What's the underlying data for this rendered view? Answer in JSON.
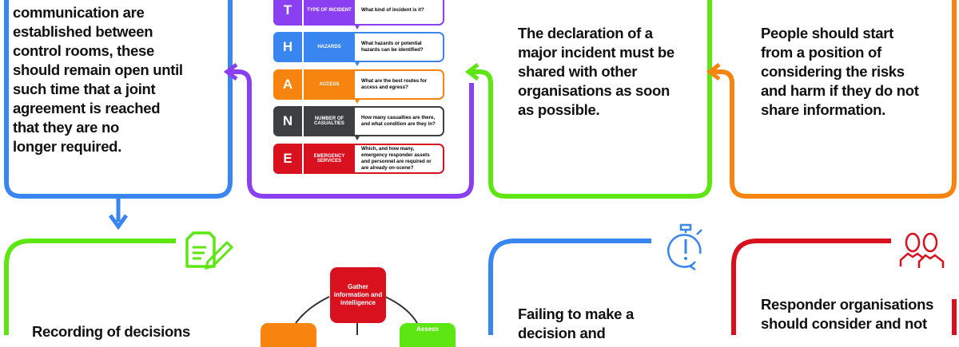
{
  "panels": {
    "top_left": {
      "lines": [
        "communication are",
        "established between",
        "control rooms, these",
        "should remain open until",
        "such time that a joint",
        "agreement is reached",
        "that they are no",
        "longer required."
      ]
    },
    "top_middle": {
      "lines": [
        "The declaration of a",
        "major incident must be",
        "shared with other",
        "organisations as soon",
        "as possible."
      ]
    },
    "top_right": {
      "lines": [
        "People should start",
        "from a position of",
        "considering the risks",
        "and harm if they do not",
        "share information."
      ]
    },
    "bottom_left": {
      "lines": [
        "Recording of decisions"
      ]
    },
    "bottom_middle": {
      "lines": [
        "Failing to make a",
        "decision and"
      ]
    },
    "bottom_right": {
      "lines": [
        "Responder organisations",
        "should consider and not"
      ]
    }
  },
  "ethane": [
    {
      "letter": "T",
      "label": "TYPE OF INCIDENT",
      "question": "What kind of incident is it?",
      "color": "#8a3ff0"
    },
    {
      "letter": "H",
      "label": "HAZARDS",
      "question": "What hazards or potential hazards can be identified?",
      "color": "#3a86f0"
    },
    {
      "letter": "A",
      "label": "ACCESS",
      "question": "What are the best routes for access and egress?",
      "color": "#f7840f"
    },
    {
      "letter": "N",
      "label": "NUMBER OF CASUALTIES",
      "question": "How many casualties are there, and what condition are they in?",
      "color": "#3d4041"
    },
    {
      "letter": "E",
      "label": "EMERGENCY SERVICES",
      "question": "Which, and how many, emergency responder assets and personnel are required or are already on-scene?",
      "color": "#d9101e"
    }
  ],
  "cycle": {
    "gather": "Gather information and intelligence",
    "assess": "Assess"
  },
  "colors": {
    "blue": "#3a86f0",
    "purple": "#8a3ff0",
    "green": "#5ee612",
    "orange": "#f7840f",
    "red": "#d9101e"
  }
}
